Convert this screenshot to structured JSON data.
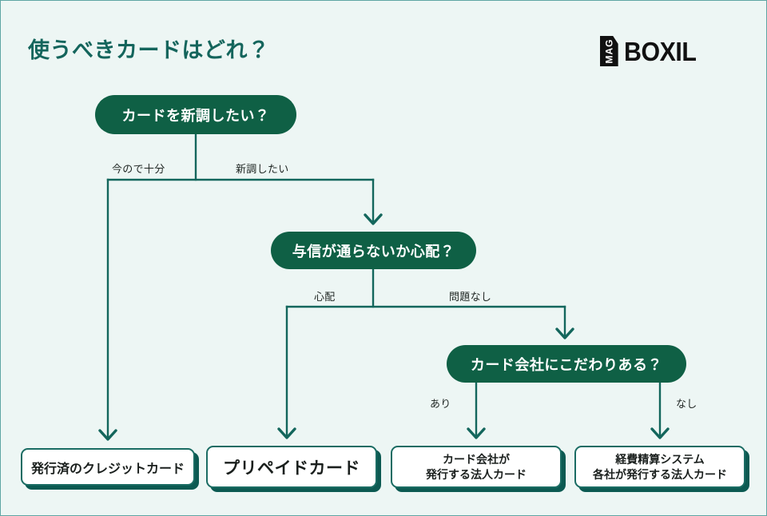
{
  "page": {
    "title": "使うべきカードはどれ？",
    "background_color": "#EDF6F4",
    "accent_color": "#0F6045",
    "border_color": "#5FA6A4"
  },
  "logo": {
    "badge": "MAG",
    "wordmark": "BOXIL"
  },
  "flow": {
    "nodes": [
      {
        "id": "card-new",
        "label": "カードを新調したい？"
      },
      {
        "id": "credit-check",
        "label": "与信が通らないか心配？"
      },
      {
        "id": "issuer-pref",
        "label": "カード会社にこだわりある？"
      }
    ],
    "edge_labels": {
      "enough": "今ので十分",
      "renew": "新調したい",
      "worry": "心配",
      "no_issue": "問題なし",
      "yes": "あり",
      "no": "なし"
    },
    "results": [
      {
        "id": "existing",
        "line1": "発行済のクレジットカード",
        "line2": ""
      },
      {
        "id": "prepaid",
        "line1": "プリペイドカード",
        "line2": ""
      },
      {
        "id": "corp",
        "line1": "カード会社が",
        "line2": "発行する法人カード"
      },
      {
        "id": "expense",
        "line1": "経費精算システム",
        "line2": "各社が発行する法人カード"
      }
    ]
  },
  "chart_data": {
    "type": "diagram",
    "title": "使うべきカードはどれ？",
    "decision_tree": {
      "question": "カードを新調したい？",
      "branches": [
        {
          "answer": "今ので十分",
          "result": "発行済のクレジットカード"
        },
        {
          "answer": "新調したい",
          "question": "与信が通らないか心配？",
          "branches": [
            {
              "answer": "心配",
              "result": "プリペイドカード"
            },
            {
              "answer": "問題なし",
              "question": "カード会社にこだわりある？",
              "branches": [
                {
                  "answer": "あり",
                  "result": "カード会社が発行する法人カード"
                },
                {
                  "answer": "なし",
                  "result": "経費精算システム各社が発行する法人カード"
                }
              ]
            }
          ]
        }
      ]
    }
  }
}
